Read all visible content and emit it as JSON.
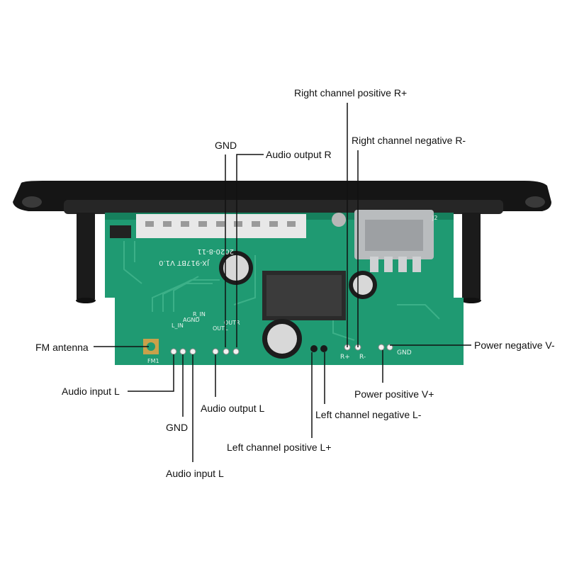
{
  "colors": {
    "pcb": "#1f9a72",
    "pcb_dark": "#16805d",
    "trace": "#3cb088",
    "panel": "#151515",
    "leader": "#111111"
  },
  "board_silkscreen": {
    "model": "JX-917BT V1.0",
    "date": "2020-8-11",
    "fm": "FM1",
    "r_in": "R_IN",
    "agnd": "AGND",
    "l_in": "L_IN",
    "outr": "OUTR",
    "outl": "OUTL",
    "r_plus": "R+",
    "r_minus": "R-",
    "gnd": "GND",
    "j2": "J2"
  },
  "callouts": {
    "right_pos": "Right channel positive R+",
    "right_neg": "Right channel negative R-",
    "gnd_top": "GND",
    "audio_out_r": "Audio output R",
    "fm_antenna": "FM antenna",
    "power_neg": "Power negative V-",
    "audio_in_l_1": "Audio input L",
    "audio_out_l": "Audio output L",
    "power_pos": "Power positive V+",
    "left_neg": "Left channel negative L-",
    "gnd_bottom": "GND",
    "left_pos": "Left channel positive L+",
    "audio_in_l_2": "Audio input L"
  }
}
